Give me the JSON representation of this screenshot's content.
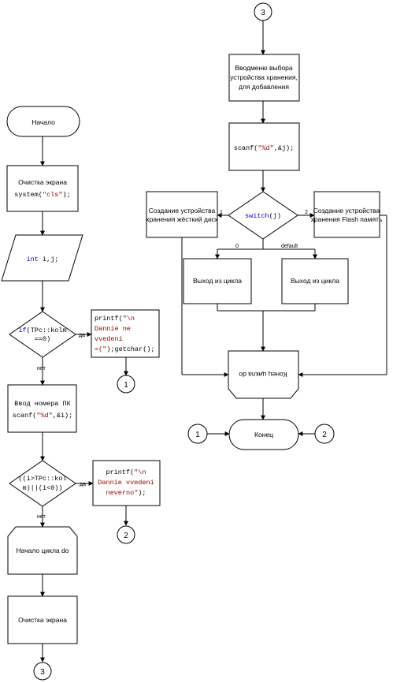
{
  "connectors": {
    "c3_top": "3",
    "c1_a": "1",
    "c2_a": "2",
    "c3_bottom": "3",
    "c1_end": "1",
    "c2_end": "2"
  },
  "left": {
    "start": "Начало",
    "clear1": {
      "line1": "Очистка экрана",
      "line2_fn": "system(",
      "line2_str": "\"cls\"",
      "line2_end": ");"
    },
    "io_decl": {
      "kw": "int",
      "rest": " i,j;"
    },
    "if1": {
      "kw": "if",
      "line1_rest": "(TPc::kolm",
      "line2": "==0)"
    },
    "print1": {
      "line1_fn": "printf(",
      "line1_str": "\"\\n",
      "line2": "Dannie ne",
      "line3": "vvedeni",
      "line4_str": "=(\"",
      "line4_end": ");getchar();"
    },
    "input_pc": {
      "line1": "Ввод номера ПК",
      "line2_fn": "scanf(",
      "line2_str": "\"%d\"",
      "line2_end": ",&i);"
    },
    "if2": {
      "line1": "((i>TPc::kol",
      "line2": "m)||(i<0))"
    },
    "print2": {
      "line1_fn": "printf(",
      "line1_str": "\"\\n",
      "line2": "Dannie vvedeni",
      "line3": "neverno\"",
      "line3_end": ");"
    },
    "loop_start": "Начало цикла do",
    "clear2": "Очистка экрана"
  },
  "right": {
    "menu": {
      "line1": "Вводменю выбора",
      "line2": "устройства хранения,",
      "line3": "для добавления"
    },
    "scanf_j": {
      "fn": "scanf(",
      "str": "\"%d\"",
      "end": ",&j);"
    },
    "switch": {
      "kw": "switch",
      "rest": "(j)"
    },
    "create_hdd": {
      "line1": "Создание устройства",
      "line2": "хранения жёсткий диск"
    },
    "create_flash": {
      "line1": "Создание устройства",
      "line2": "хранения Flash память"
    },
    "exit1": "Выход из цикла",
    "exit2": "Выход из цикла",
    "loop_end": "Конец цикла do",
    "end": "Конец"
  },
  "labels": {
    "yes1": "да",
    "no1": "нет",
    "yes2": "да",
    "no2": "нет",
    "case1": "1",
    "case2": "2",
    "case0": "0",
    "default": "default"
  }
}
